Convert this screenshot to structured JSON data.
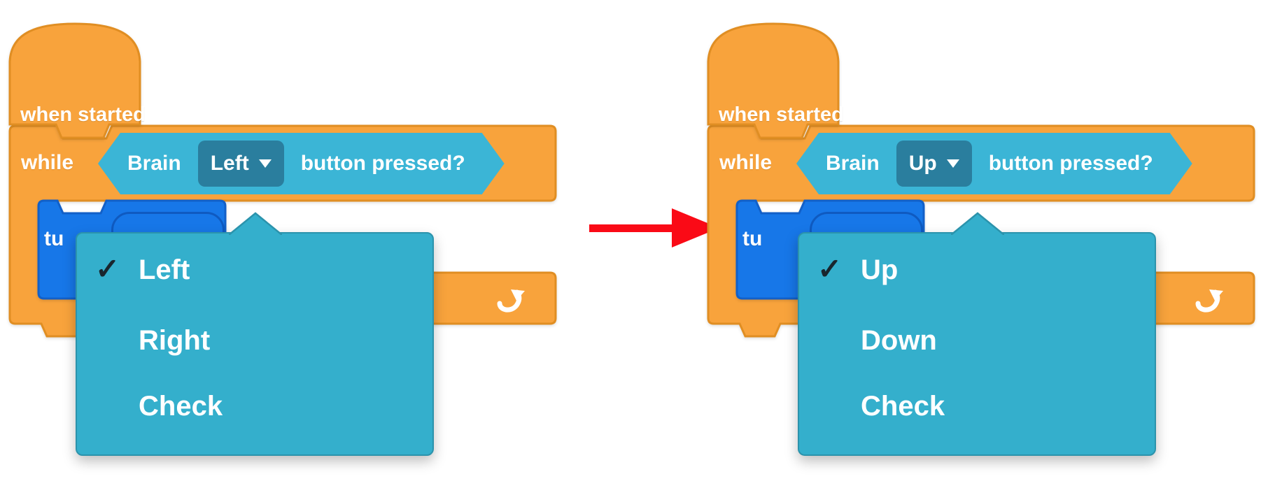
{
  "colors": {
    "block_orange": "#f8a33c",
    "block_orange_border": "#e08e23",
    "hexagon_teal": "#3bb5d6",
    "dropdown_field_teal": "#2a7e9e",
    "menu_teal": "#34afcc",
    "menu_border": "#2b93ac",
    "turn_blue": "#1777e8",
    "turn_blue_border": "#1260c8",
    "arrow_red": "#fa0a16",
    "text_white": "#ffffff",
    "check_dark": "#19262e"
  },
  "left": {
    "hat_label": "when started",
    "while_label": "while",
    "condition": {
      "prefix": "Brain",
      "selected": "Left",
      "suffix": "button pressed?"
    },
    "turn_partial_label": "tu",
    "menu": {
      "items": [
        {
          "label": "Left",
          "check": "✓"
        },
        {
          "label": "Right",
          "check": ""
        },
        {
          "label": "Check",
          "check": ""
        }
      ]
    }
  },
  "right": {
    "hat_label": "when started",
    "while_label": "while",
    "condition": {
      "prefix": "Brain",
      "selected": "Up",
      "suffix": "button pressed?"
    },
    "turn_partial_label": "tu",
    "menu": {
      "items": [
        {
          "label": "Up",
          "check": "✓"
        },
        {
          "label": "Down",
          "check": ""
        },
        {
          "label": "Check",
          "check": ""
        }
      ]
    }
  }
}
